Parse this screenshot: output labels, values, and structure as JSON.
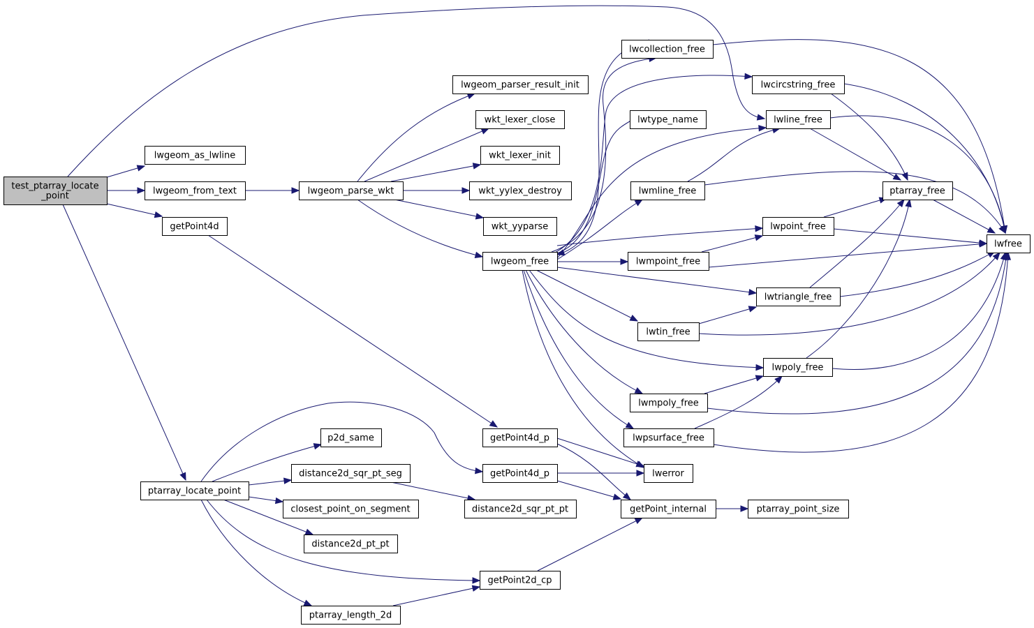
{
  "graph": {
    "colors": {
      "edge": "#191970",
      "root_fill": "#bfbfbf",
      "node_fill": "#ffffff",
      "border": "#000000"
    },
    "nodes": [
      {
        "id": "test_ptarray_locate_point",
        "lines": [
          "test_ptarray_locate",
          "_point"
        ],
        "root": true
      },
      {
        "id": "lwgeom_as_lwline",
        "lines": [
          "lwgeom_as_lwline"
        ]
      },
      {
        "id": "lwgeom_from_text",
        "lines": [
          "lwgeom_from_text"
        ]
      },
      {
        "id": "getPoint4d",
        "lines": [
          "getPoint4d"
        ]
      },
      {
        "id": "ptarray_locate_point",
        "lines": [
          "ptarray_locate_point"
        ]
      },
      {
        "id": "lwgeom_parse_wkt",
        "lines": [
          "lwgeom_parse_wkt"
        ]
      },
      {
        "id": "lwgeom_parser_result_init",
        "lines": [
          "lwgeom_parser_result_init"
        ]
      },
      {
        "id": "wkt_lexer_close",
        "lines": [
          "wkt_lexer_close"
        ]
      },
      {
        "id": "wkt_lexer_init",
        "lines": [
          "wkt_lexer_init"
        ]
      },
      {
        "id": "wkt_yylex_destroy",
        "lines": [
          "wkt_yylex_destroy"
        ]
      },
      {
        "id": "wkt_yyparse",
        "lines": [
          "wkt_yyparse"
        ]
      },
      {
        "id": "lwgeom_free",
        "lines": [
          "lwgeom_free"
        ]
      },
      {
        "id": "p2d_same",
        "lines": [
          "p2d_same"
        ]
      },
      {
        "id": "distance2d_sqr_pt_seg",
        "lines": [
          "distance2d_sqr_pt_seg"
        ]
      },
      {
        "id": "closest_point_on_segment",
        "lines": [
          "closest_point_on_segment"
        ]
      },
      {
        "id": "distance2d_pt_pt",
        "lines": [
          "distance2d_pt_pt"
        ]
      },
      {
        "id": "ptarray_length_2d",
        "lines": [
          "ptarray_length_2d"
        ]
      },
      {
        "id": "getPoint4d_p_a",
        "lines": [
          "getPoint4d_p"
        ]
      },
      {
        "id": "getPoint4d_p_b",
        "lines": [
          "getPoint4d_p"
        ]
      },
      {
        "id": "distance2d_sqr_pt_pt",
        "lines": [
          "distance2d_sqr_pt_pt"
        ]
      },
      {
        "id": "getPoint2d_cp",
        "lines": [
          "getPoint2d_cp"
        ]
      },
      {
        "id": "lwcollection_free",
        "lines": [
          "lwcollection_free"
        ]
      },
      {
        "id": "lwtype_name",
        "lines": [
          "lwtype_name"
        ]
      },
      {
        "id": "lwmline_free",
        "lines": [
          "lwmline_free"
        ]
      },
      {
        "id": "lwmpoint_free",
        "lines": [
          "lwmpoint_free"
        ]
      },
      {
        "id": "lwtin_free",
        "lines": [
          "lwtin_free"
        ]
      },
      {
        "id": "lwmpoly_free",
        "lines": [
          "lwmpoly_free"
        ]
      },
      {
        "id": "lwpsurface_free",
        "lines": [
          "lwpsurface_free"
        ]
      },
      {
        "id": "lwerror",
        "lines": [
          "lwerror"
        ]
      },
      {
        "id": "getPoint_internal",
        "lines": [
          "getPoint_internal"
        ]
      },
      {
        "id": "lwcircstring_free",
        "lines": [
          "lwcircstring_free"
        ]
      },
      {
        "id": "lwline_free",
        "lines": [
          "lwline_free"
        ]
      },
      {
        "id": "lwpoint_free",
        "lines": [
          "lwpoint_free"
        ]
      },
      {
        "id": "lwtriangle_free",
        "lines": [
          "lwtriangle_free"
        ]
      },
      {
        "id": "lwpoly_free",
        "lines": [
          "lwpoly_free"
        ]
      },
      {
        "id": "ptarray_point_size",
        "lines": [
          "ptarray_point_size"
        ]
      },
      {
        "id": "ptarray_free",
        "lines": [
          "ptarray_free"
        ]
      },
      {
        "id": "lwfree",
        "lines": [
          "lwfree"
        ]
      }
    ],
    "edges": [
      [
        "test_ptarray_locate_point",
        "lwline_free"
      ],
      [
        "test_ptarray_locate_point",
        "lwgeom_as_lwline"
      ],
      [
        "test_ptarray_locate_point",
        "lwgeom_from_text"
      ],
      [
        "test_ptarray_locate_point",
        "getPoint4d"
      ],
      [
        "test_ptarray_locate_point",
        "ptarray_locate_point"
      ],
      [
        "lwgeom_from_text",
        "lwgeom_parse_wkt"
      ],
      [
        "getPoint4d",
        "getPoint4d_p_a"
      ],
      [
        "lwgeom_parse_wkt",
        "lwgeom_parser_result_init"
      ],
      [
        "lwgeom_parse_wkt",
        "wkt_lexer_close"
      ],
      [
        "lwgeom_parse_wkt",
        "wkt_lexer_init"
      ],
      [
        "lwgeom_parse_wkt",
        "wkt_yylex_destroy"
      ],
      [
        "lwgeom_parse_wkt",
        "wkt_yyparse"
      ],
      [
        "lwgeom_parse_wkt",
        "lwgeom_free"
      ],
      [
        "lwgeom_free",
        "lwcollection_free"
      ],
      [
        "lwgeom_free",
        "lwcircstring_free"
      ],
      [
        "lwgeom_free",
        "lwtype_name"
      ],
      [
        "lwgeom_free",
        "lwline_free"
      ],
      [
        "lwgeom_free",
        "lwmline_free"
      ],
      [
        "lwgeom_free",
        "lwpoint_free"
      ],
      [
        "lwgeom_free",
        "lwmpoint_free"
      ],
      [
        "lwgeom_free",
        "lwtriangle_free"
      ],
      [
        "lwgeom_free",
        "lwtin_free"
      ],
      [
        "lwgeom_free",
        "lwpoly_free"
      ],
      [
        "lwgeom_free",
        "lwmpoly_free"
      ],
      [
        "lwgeom_free",
        "lwpsurface_free"
      ],
      [
        "lwgeom_free",
        "lwerror"
      ],
      [
        "lwcollection_free",
        "lwgeom_free"
      ],
      [
        "lwcollection_free",
        "lwfree"
      ],
      [
        "lwcircstring_free",
        "ptarray_free"
      ],
      [
        "lwcircstring_free",
        "lwfree"
      ],
      [
        "lwline_free",
        "ptarray_free"
      ],
      [
        "lwline_free",
        "lwfree"
      ],
      [
        "lwmline_free",
        "lwline_free"
      ],
      [
        "lwmline_free",
        "lwfree"
      ],
      [
        "lwpoint_free",
        "ptarray_free"
      ],
      [
        "lwpoint_free",
        "lwfree"
      ],
      [
        "lwmpoint_free",
        "lwpoint_free"
      ],
      [
        "lwmpoint_free",
        "lwfree"
      ],
      [
        "lwtriangle_free",
        "ptarray_free"
      ],
      [
        "lwtriangle_free",
        "lwfree"
      ],
      [
        "lwtin_free",
        "lwtriangle_free"
      ],
      [
        "lwtin_free",
        "lwfree"
      ],
      [
        "lwpoly_free",
        "ptarray_free"
      ],
      [
        "lwpoly_free",
        "lwfree"
      ],
      [
        "lwmpoly_free",
        "lwpoly_free"
      ],
      [
        "lwmpoly_free",
        "lwfree"
      ],
      [
        "lwpsurface_free",
        "lwpoly_free"
      ],
      [
        "lwpsurface_free",
        "lwfree"
      ],
      [
        "ptarray_free",
        "lwfree"
      ],
      [
        "ptarray_locate_point",
        "getPoint4d_p_b"
      ],
      [
        "ptarray_locate_point",
        "p2d_same"
      ],
      [
        "ptarray_locate_point",
        "distance2d_sqr_pt_seg"
      ],
      [
        "ptarray_locate_point",
        "closest_point_on_segment"
      ],
      [
        "ptarray_locate_point",
        "distance2d_pt_pt"
      ],
      [
        "ptarray_locate_point",
        "getPoint2d_cp"
      ],
      [
        "ptarray_locate_point",
        "ptarray_length_2d"
      ],
      [
        "distance2d_sqr_pt_seg",
        "distance2d_sqr_pt_pt"
      ],
      [
        "ptarray_length_2d",
        "getPoint2d_cp"
      ],
      [
        "getPoint4d_p_a",
        "lwerror"
      ],
      [
        "getPoint4d_p_a",
        "getPoint_internal"
      ],
      [
        "getPoint4d_p_b",
        "lwerror"
      ],
      [
        "getPoint4d_p_b",
        "getPoint_internal"
      ],
      [
        "getPoint2d_cp",
        "getPoint_internal"
      ],
      [
        "getPoint_internal",
        "ptarray_point_size"
      ]
    ]
  }
}
